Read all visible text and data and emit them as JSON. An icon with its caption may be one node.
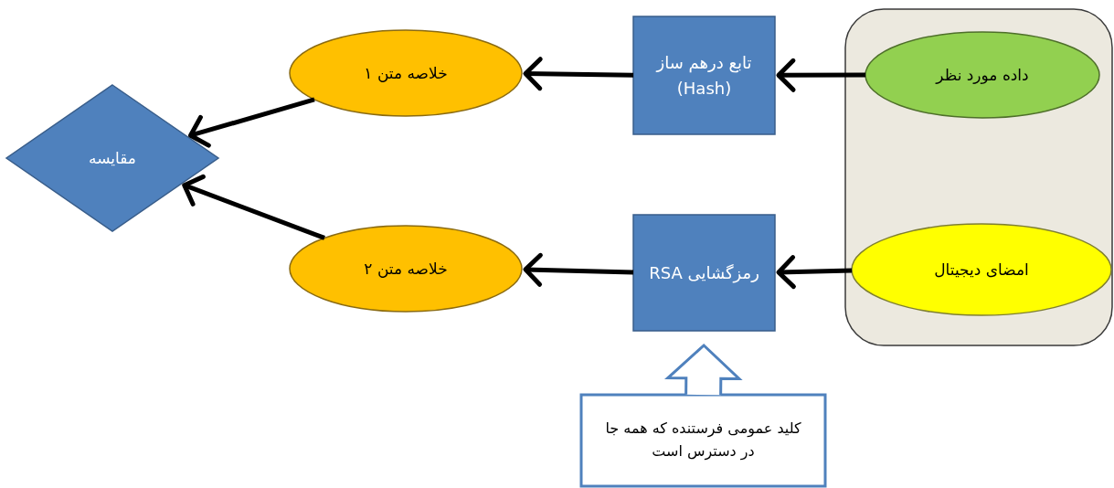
{
  "diagram": {
    "nodes": [
      {
        "text": [],
        "shape": "box"
      },
      {
        "text": [
          "داده مورد نظر"
        ],
        "in": 0
      },
      {
        "text": [
          "امضای دیجیتال"
        ],
        "in": 0
      },
      {
        "text": [
          "تابع درهم ساز (Hash)"
        ]
      },
      {
        "text": [
          "رمزگشایی RSA"
        ]
      },
      {
        "text": [
          "خلاصه متن ۱"
        ]
      },
      {
        "text": [
          "خلاصه متن ۲"
        ]
      },
      {
        "text": [
          "مقایسه"
        ]
      },
      {
        "text": [
          "کلید عمومی فرستنده که همه جا در دسترس است"
        ]
      }
    ],
    "edges": [
      {
        "from": 1,
        "to": 3,
        "arrow": "to"
      },
      {
        "from": 3,
        "to": 5,
        "arrow": "to"
      },
      {
        "from": 5,
        "to": 7,
        "arrow": "to"
      },
      {
        "from": 2,
        "to": 4,
        "arrow": "to"
      },
      {
        "from": 4,
        "to": 6,
        "arrow": "to"
      },
      {
        "from": 6,
        "to": 7,
        "arrow": "to"
      },
      {
        "from": 8,
        "to": 4,
        "arrow": "to",
        "style": "thick",
        "color": "#4f81bd"
      }
    ]
  }
}
